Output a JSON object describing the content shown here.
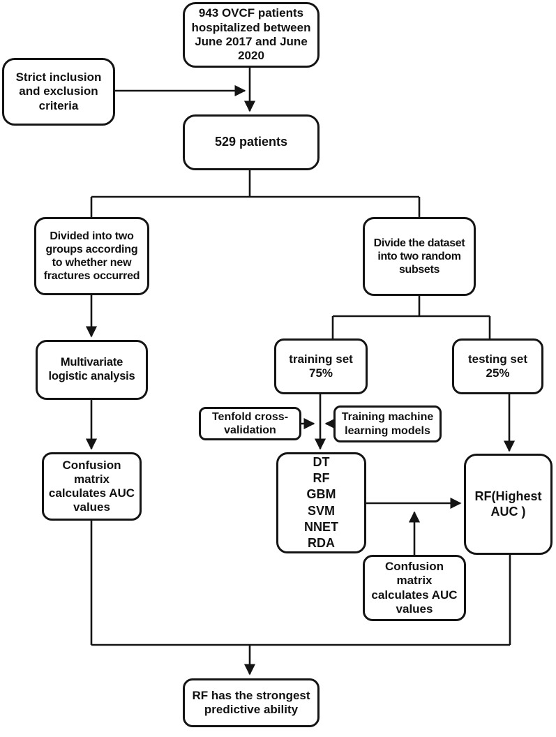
{
  "figure": {
    "type": "flowchart",
    "background_color": "#ffffff",
    "line_color": "#141414",
    "box_fill": "#ffffff",
    "text_color": "#111111"
  },
  "nodes": {
    "patients_943": {
      "text": "943 OVCF patients\nhospitalized between\nJune 2017 and June\n2020"
    },
    "criteria": {
      "text": "Strict inclusion\nand exclusion\ncriteria"
    },
    "patients_529": {
      "text": "529 patients"
    },
    "divided_groups": {
      "text": "Divided into two\ngroups according\nto whether new\nfractures occurred"
    },
    "divide_dataset": {
      "text": "Divide the dataset\ninto two random\nsubsets"
    },
    "multivariate": {
      "text": "Multivariate\nlogistic analysis"
    },
    "training_set": {
      "text": "training set\n75%"
    },
    "testing_set": {
      "text": "testing set\n25%"
    },
    "tenfold": {
      "text": "Tenfold cross-\nvalidation"
    },
    "training_models": {
      "text": "Training machine\nlearning models"
    },
    "confusion_left": {
      "text": "Confusion\nmatrix\ncalculates AUC\nvalues"
    },
    "models": {
      "text": "DT\nRF\nGBM\nSVM\nNNET\nRDA"
    },
    "rf_highest": {
      "text": "RF(Highest\nAUC )"
    },
    "confusion_right": {
      "text": "Confusion\nmatrix\ncalculates AUC\nvalues"
    },
    "conclusion": {
      "text": "RF has the strongest\npredictive ability"
    }
  },
  "edges": [
    {
      "from": "patients_943",
      "to": "patients_529",
      "arrow": true
    },
    {
      "from": "criteria",
      "to": "patients_943_to_patients_529_line",
      "arrow": true
    },
    {
      "from": "patients_529",
      "to": "divided_groups",
      "arrow": false
    },
    {
      "from": "patients_529",
      "to": "divide_dataset",
      "arrow": false
    },
    {
      "from": "divided_groups",
      "to": "multivariate",
      "arrow": true
    },
    {
      "from": "divide_dataset",
      "to": "training_set",
      "arrow": false
    },
    {
      "from": "divide_dataset",
      "to": "testing_set",
      "arrow": false
    },
    {
      "from": "training_set",
      "to": "models",
      "arrow": true
    },
    {
      "from": "tenfold",
      "to": "training_set_to_models_line",
      "arrow": true
    },
    {
      "from": "training_models",
      "to": "training_set_to_models_line",
      "arrow": true
    },
    {
      "from": "testing_set",
      "to": "rf_highest",
      "arrow": true
    },
    {
      "from": "multivariate",
      "to": "confusion_left",
      "arrow": true
    },
    {
      "from": "models",
      "to": "rf_highest",
      "arrow": true
    },
    {
      "from": "confusion_right",
      "to": "models_to_rf_highest_line",
      "arrow": true
    },
    {
      "from": "confusion_left",
      "to": "conclusion",
      "arrow": true
    },
    {
      "from": "rf_highest",
      "to": "conclusion",
      "arrow": true
    }
  ]
}
